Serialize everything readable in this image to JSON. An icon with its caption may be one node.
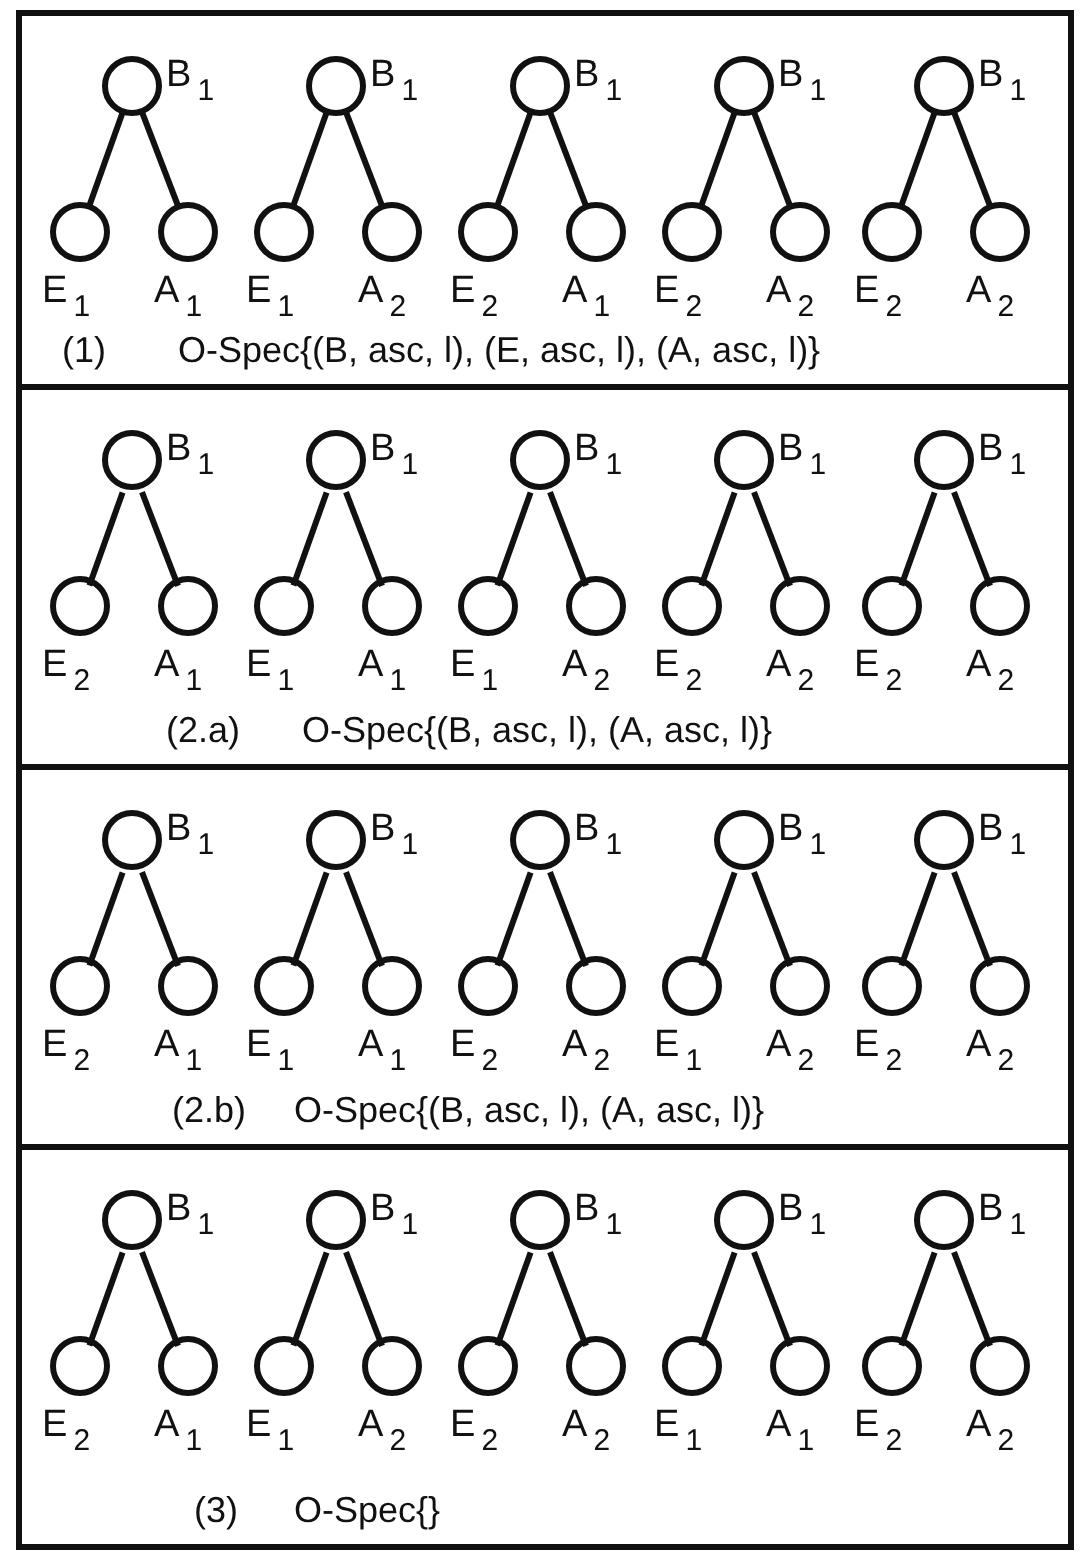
{
  "diagram": {
    "nodes": [
      {
        "text": [
          "(1)",
          "O-Spec{(B, asc, l), (E, asc, l), (A, asc, l)}"
        ]
      },
      {
        "text": [],
        "shape": "circle",
        "in": 0,
        "beside": [
          "B$_{1}$"
        ]
      },
      {
        "text": [],
        "shape": "circle",
        "in": 0,
        "beside": [
          "E$_{1}$"
        ]
      },
      {
        "text": [],
        "shape": "circle",
        "in": 0,
        "beside": [
          "A$_{1}$"
        ]
      },
      {
        "text": [],
        "shape": "circle",
        "in": 0,
        "beside": [
          "B$_{1}$"
        ]
      },
      {
        "text": [],
        "shape": "circle",
        "in": 0,
        "beside": [
          "E$_{1}$"
        ]
      },
      {
        "text": [],
        "shape": "circle",
        "in": 0,
        "beside": [
          "A$_{2}$"
        ]
      },
      {
        "text": [],
        "shape": "circle",
        "in": 0,
        "beside": [
          "B$_{1}$"
        ]
      },
      {
        "text": [],
        "shape": "circle",
        "in": 0,
        "beside": [
          "E$_{2}$"
        ]
      },
      {
        "text": [],
        "shape": "circle",
        "in": 0,
        "beside": [
          "A$_{1}$"
        ]
      },
      {
        "text": [],
        "shape": "circle",
        "in": 0,
        "beside": [
          "B$_{1}$"
        ]
      },
      {
        "text": [],
        "shape": "circle",
        "in": 0,
        "beside": [
          "E$_{2}$"
        ]
      },
      {
        "text": [],
        "shape": "circle",
        "in": 0,
        "beside": [
          "A$_{2}$"
        ]
      },
      {
        "text": [],
        "shape": "circle",
        "in": 0,
        "beside": [
          "B$_{1}$"
        ]
      },
      {
        "text": [],
        "shape": "circle",
        "in": 0,
        "beside": [
          "E$_{2}$"
        ]
      },
      {
        "text": [],
        "shape": "circle",
        "in": 0,
        "beside": [
          "A$_{2}$"
        ]
      },
      {
        "text": [
          "(2.a)",
          "O-Spec{(B, asc, l), (A, asc, l)}"
        ]
      },
      {
        "text": [],
        "shape": "circle",
        "in": 16,
        "beside": [
          "B$_{1}$"
        ]
      },
      {
        "text": [],
        "shape": "circle",
        "in": 16,
        "beside": [
          "E$_{2}$"
        ]
      },
      {
        "text": [],
        "shape": "circle",
        "in": 16,
        "beside": [
          "A$_{1}$"
        ]
      },
      {
        "text": [],
        "shape": "circle",
        "in": 16,
        "beside": [
          "B$_{1}$"
        ]
      },
      {
        "text": [],
        "shape": "circle",
        "in": 16,
        "beside": [
          "E$_{1}$"
        ]
      },
      {
        "text": [],
        "shape": "circle",
        "in": 16,
        "beside": [
          "A$_{1}$"
        ]
      },
      {
        "text": [],
        "shape": "circle",
        "in": 16,
        "beside": [
          "B$_{1}$"
        ]
      },
      {
        "text": [],
        "shape": "circle",
        "in": 16,
        "beside": [
          "E$_{1}$"
        ]
      },
      {
        "text": [],
        "shape": "circle",
        "in": 16,
        "beside": [
          "A$_{2}$"
        ]
      },
      {
        "text": [],
        "shape": "circle",
        "in": 16,
        "beside": [
          "B$_{1}$"
        ]
      },
      {
        "text": [],
        "shape": "circle",
        "in": 16,
        "beside": [
          "E$_{2}$"
        ]
      },
      {
        "text": [],
        "shape": "circle",
        "in": 16,
        "beside": [
          "A$_{2}$"
        ]
      },
      {
        "text": [],
        "shape": "circle",
        "in": 16,
        "beside": [
          "B$_{1}$"
        ]
      },
      {
        "text": [],
        "shape": "circle",
        "in": 16,
        "beside": [
          "E$_{2}$"
        ]
      },
      {
        "text": [],
        "shape": "circle",
        "in": 16,
        "beside": [
          "A$_{2}$"
        ]
      },
      {
        "text": [
          "(2.b)",
          "O-Spec{(B, asc, l), (A, asc, l)}"
        ]
      },
      {
        "text": [],
        "shape": "circle",
        "in": 32,
        "beside": [
          "B$_{1}$"
        ]
      },
      {
        "text": [],
        "shape": "circle",
        "in": 32,
        "beside": [
          "E$_{2}$"
        ]
      },
      {
        "text": [],
        "shape": "circle",
        "in": 32,
        "beside": [
          "A$_{1}$"
        ]
      },
      {
        "text": [],
        "shape": "circle",
        "in": 32,
        "beside": [
          "B$_{1}$"
        ]
      },
      {
        "text": [],
        "shape": "circle",
        "in": 32,
        "beside": [
          "E$_{1}$"
        ]
      },
      {
        "text": [],
        "shape": "circle",
        "in": 32,
        "beside": [
          "A$_{1}$"
        ]
      },
      {
        "text": [],
        "shape": "circle",
        "in": 32,
        "beside": [
          "B$_{1}$"
        ]
      },
      {
        "text": [],
        "shape": "circle",
        "in": 32,
        "beside": [
          "E$_{2}$"
        ]
      },
      {
        "text": [],
        "shape": "circle",
        "in": 32,
        "beside": [
          "A$_{2}$"
        ]
      },
      {
        "text": [],
        "shape": "circle",
        "in": 32,
        "beside": [
          "B$_{1}$"
        ]
      },
      {
        "text": [],
        "shape": "circle",
        "in": 32,
        "beside": [
          "E$_{1}$"
        ]
      },
      {
        "text": [],
        "shape": "circle",
        "in": 32,
        "beside": [
          "A$_{2}$"
        ]
      },
      {
        "text": [],
        "shape": "circle",
        "in": 32,
        "beside": [
          "B$_{1}$"
        ]
      },
      {
        "text": [],
        "shape": "circle",
        "in": 32,
        "beside": [
          "E$_{2}$"
        ]
      },
      {
        "text": [],
        "shape": "circle",
        "in": 32,
        "beside": [
          "A$_{2}$"
        ]
      },
      {
        "text": [
          "(3)",
          "O-Spec{}"
        ]
      },
      {
        "text": [],
        "shape": "circle",
        "in": 48,
        "beside": [
          "B$_{1}$"
        ]
      },
      {
        "text": [],
        "shape": "circle",
        "in": 48,
        "beside": [
          "E$_{2}$"
        ]
      },
      {
        "text": [],
        "shape": "circle",
        "in": 48,
        "beside": [
          "A$_{1}$"
        ]
      },
      {
        "text": [],
        "shape": "circle",
        "in": 48,
        "beside": [
          "B$_{1}$"
        ]
      },
      {
        "text": [],
        "shape": "circle",
        "in": 48,
        "beside": [
          "E$_{1}$"
        ]
      },
      {
        "text": [],
        "shape": "circle",
        "in": 48,
        "beside": [
          "A$_{2}$"
        ]
      },
      {
        "text": [],
        "shape": "circle",
        "in": 48,
        "beside": [
          "B$_{1}$"
        ]
      },
      {
        "text": [],
        "shape": "circle",
        "in": 48,
        "beside": [
          "E$_{2}$"
        ]
      },
      {
        "text": [],
        "shape": "circle",
        "in": 48,
        "beside": [
          "A$_{2}$"
        ]
      },
      {
        "text": [],
        "shape": "circle",
        "in": 48,
        "beside": [
          "B$_{1}$"
        ]
      },
      {
        "text": [],
        "shape": "circle",
        "in": 48,
        "beside": [
          "E$_{1}$"
        ]
      },
      {
        "text": [],
        "shape": "circle",
        "in": 48,
        "beside": [
          "A$_{1}$"
        ]
      },
      {
        "text": [],
        "shape": "circle",
        "in": 48,
        "beside": [
          "B$_{1}$"
        ]
      },
      {
        "text": [],
        "shape": "circle",
        "in": 48,
        "beside": [
          "E$_{2}$"
        ]
      },
      {
        "text": [],
        "shape": "circle",
        "in": 48,
        "beside": [
          "A$_{2}$"
        ]
      }
    ],
    "edges": [
      {
        "from": 1,
        "to": 2,
        "arrow": "none"
      },
      {
        "from": 1,
        "to": 3,
        "arrow": "none"
      },
      {
        "from": 4,
        "to": 5,
        "arrow": "none"
      },
      {
        "from": 4,
        "to": 6,
        "arrow": "none"
      },
      {
        "from": 7,
        "to": 8,
        "arrow": "none"
      },
      {
        "from": 7,
        "to": 9,
        "arrow": "none"
      },
      {
        "from": 10,
        "to": 11,
        "arrow": "none"
      },
      {
        "from": 10,
        "to": 12,
        "arrow": "none"
      },
      {
        "from": 13,
        "to": 14,
        "arrow": "none"
      },
      {
        "from": 13,
        "to": 15,
        "arrow": "none"
      },
      {
        "from": 17,
        "to": 18,
        "arrow": "none"
      },
      {
        "from": 17,
        "to": 19,
        "arrow": "none"
      },
      {
        "from": 20,
        "to": 21,
        "arrow": "none"
      },
      {
        "from": 20,
        "to": 22,
        "arrow": "none"
      },
      {
        "from": 23,
        "to": 24,
        "arrow": "none"
      },
      {
        "from": 23,
        "to": 25,
        "arrow": "none"
      },
      {
        "from": 26,
        "to": 27,
        "arrow": "none"
      },
      {
        "from": 26,
        "to": 28,
        "arrow": "none"
      },
      {
        "from": 29,
        "to": 30,
        "arrow": "none"
      },
      {
        "from": 29,
        "to": 31,
        "arrow": "none"
      },
      {
        "from": 33,
        "to": 34,
        "arrow": "none"
      },
      {
        "from": 33,
        "to": 35,
        "arrow": "none"
      },
      {
        "from": 36,
        "to": 37,
        "arrow": "none"
      },
      {
        "from": 36,
        "to": 38,
        "arrow": "none"
      },
      {
        "from": 39,
        "to": 40,
        "arrow": "none"
      },
      {
        "from": 39,
        "to": 41,
        "arrow": "none"
      },
      {
        "from": 42,
        "to": 43,
        "arrow": "none"
      },
      {
        "from": 42,
        "to": 44,
        "arrow": "none"
      },
      {
        "from": 45,
        "to": 46,
        "arrow": "none"
      },
      {
        "from": 45,
        "to": 47,
        "arrow": "none"
      },
      {
        "from": 49,
        "to": 50,
        "arrow": "none"
      },
      {
        "from": 49,
        "to": 51,
        "arrow": "none"
      },
      {
        "from": 52,
        "to": 53,
        "arrow": "none"
      },
      {
        "from": 52,
        "to": 54,
        "arrow": "none"
      },
      {
        "from": 55,
        "to": 56,
        "arrow": "none"
      },
      {
        "from": 55,
        "to": 57,
        "arrow": "none"
      },
      {
        "from": 58,
        "to": 59,
        "arrow": "none"
      },
      {
        "from": 58,
        "to": 60,
        "arrow": "none"
      },
      {
        "from": 61,
        "to": 62,
        "arrow": "none"
      },
      {
        "from": 61,
        "to": 63,
        "arrow": "none"
      }
    ]
  }
}
